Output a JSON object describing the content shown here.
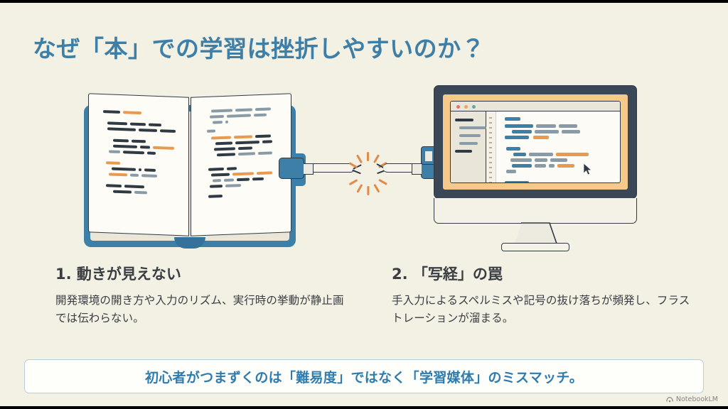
{
  "slide": {
    "title": "なぜ「本」での学習は挫折しやすいのか？",
    "background_color": "#F3F0E4",
    "title_color": "#3E7FA8"
  },
  "illustration": {
    "book": {
      "name": "open-book",
      "cover_color": "#3E7FA8",
      "page_color": "#FDFCF7"
    },
    "connector": {
      "name": "broken-usb-cable",
      "spark_color": "#E28A4A",
      "state": "disconnected"
    },
    "monitor": {
      "name": "desktop-monitor-code-editor",
      "bezel_color": "#3A4756",
      "screen_accent_color": "#F5C98A"
    },
    "code_colors": {
      "blue": "#3E7FA8",
      "gray": "#8A9BA8",
      "orange": "#E89A4F",
      "navy": "#2F3A44"
    }
  },
  "columns": [
    {
      "heading": "1. 動きが見えない",
      "body": "開発環境の開き方や入力のリズム、実行時の挙動が静止画では伝わらない。"
    },
    {
      "heading": "2. 「写経」の罠",
      "body": "手入力によるスペルミスや記号の抜け落ちが頻発し、フラストレーションが溜まる。"
    }
  ],
  "callout": {
    "text": "初心者がつまずくのは「難易度」ではなく「学習媒体」のミスマッチ。",
    "text_color": "#2E7CAE",
    "border_color": "#B9CEDC"
  },
  "watermark": {
    "label": "NotebookLM",
    "icon": "notebooklm-logo-icon"
  }
}
